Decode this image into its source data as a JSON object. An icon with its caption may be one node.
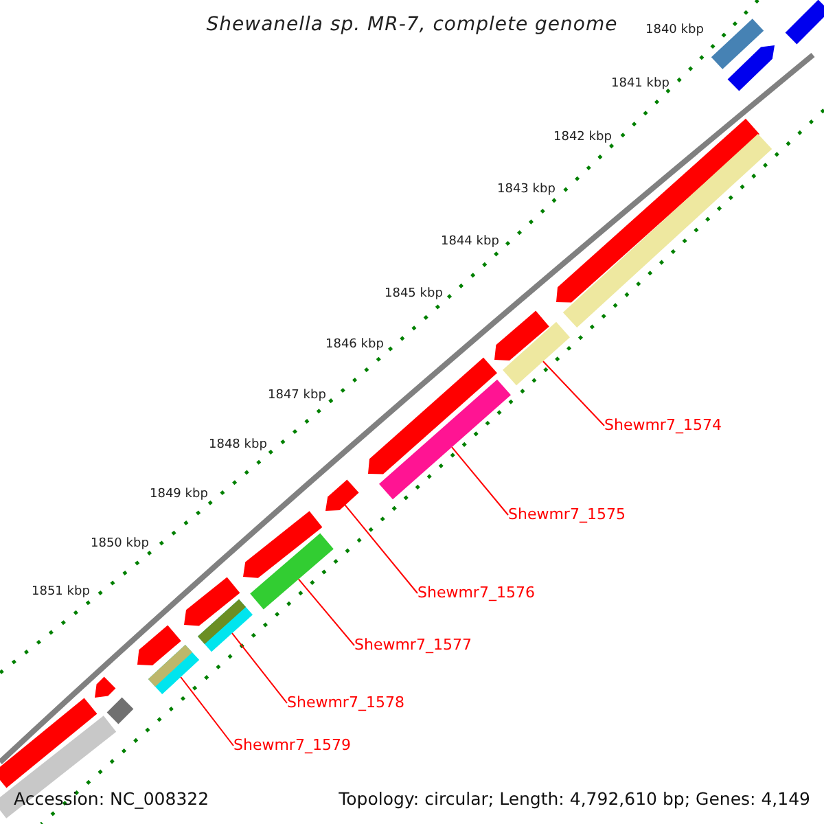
{
  "diagram": {
    "title": "Shewanella sp. MR-7, complete genome",
    "nodes": [
      {
        "text": [
          "Shewmr7_1574"
        ]
      },
      {
        "text": [],
        "shape": "bar"
      },
      {
        "text": [
          "Shewmr7_1575"
        ]
      },
      {
        "text": [],
        "shape": "bar"
      },
      {
        "text": [
          "Shewmr7_1576"
        ]
      },
      {
        "text": [],
        "shape": "bar"
      },
      {
        "text": [
          "Shewmr7_1577"
        ]
      },
      {
        "text": [],
        "shape": "bar"
      },
      {
        "text": [
          "Shewmr7_1578"
        ]
      },
      {
        "text": [],
        "shape": "bar"
      },
      {
        "text": [
          "Shewmr7_1579"
        ]
      },
      {
        "text": [],
        "shape": "bar"
      },
      {
        "text": [],
        "shape": "bar"
      },
      {
        "text": [],
        "shape": "bar"
      },
      {
        "text": [],
        "shape": "bar"
      },
      {
        "text": [],
        "shape": "bar"
      },
      {
        "text": [],
        "shape": "bar"
      },
      {
        "text": [],
        "shape": "bar"
      },
      {
        "text": [],
        "shape": "bar"
      },
      {
        "text": [],
        "shape": "bar"
      },
      {
        "text": [],
        "shape": "bar"
      },
      {
        "text": [],
        "shape": "bar"
      },
      {
        "text": [],
        "shape": "bar"
      },
      {
        "text": [],
        "shape": "bar"
      },
      {
        "text": [],
        "shape": "bar"
      },
      {
        "text": [],
        "shape": "bar"
      }
    ],
    "edges": [
      {
        "from": 0,
        "to": 1,
        "arrow": "none"
      },
      {
        "from": 2,
        "to": 3,
        "arrow": "none"
      },
      {
        "from": 4,
        "to": 5,
        "arrow": "none"
      },
      {
        "from": 6,
        "to": 7,
        "arrow": "none"
      },
      {
        "from": 8,
        "to": 9,
        "arrow": "none"
      },
      {
        "from": 10,
        "to": 11,
        "arrow": "none"
      }
    ],
    "labels": [
      "1840 kbp",
      "1841 kbp",
      "1842 kbp",
      "1843 kbp",
      "1844 kbp",
      "1845 kbp",
      "1846 kbp",
      "1847 kbp",
      "1848 kbp",
      "1849 kbp",
      "1850 kbp",
      "1851 kbp",
      "Accession: NC_008322",
      "Topology: circular; Length: 4,792,610 bp; Genes: 4,149"
    ]
  }
}
